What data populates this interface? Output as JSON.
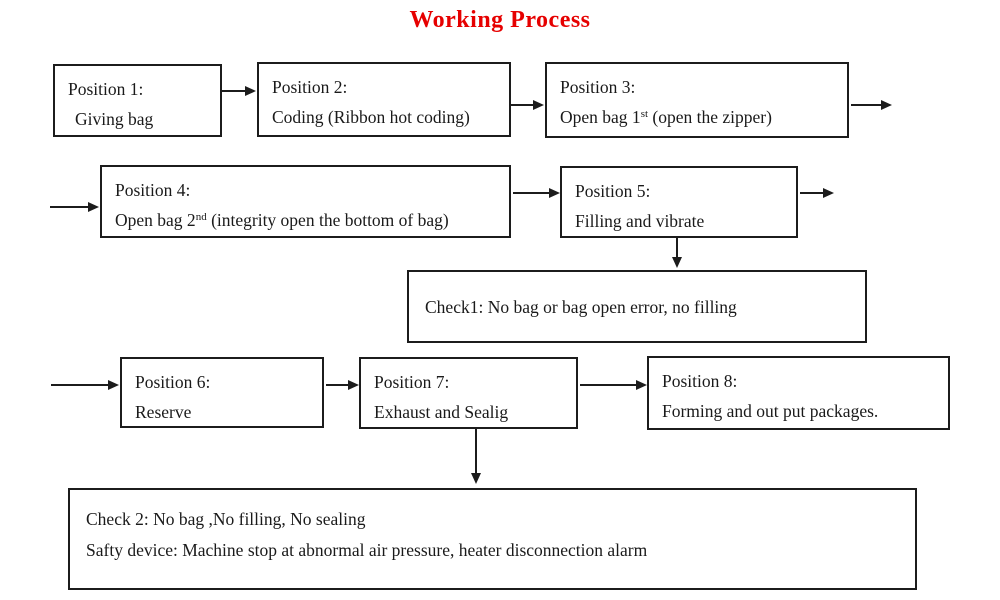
{
  "title": {
    "text": "Working Process",
    "color": "#e60000"
  },
  "colors": {
    "line_and_border": "#1c1c1c",
    "background": "#ffffff",
    "body_text": "#1a1a1a"
  },
  "boxes": {
    "p1": {
      "line1": "Position 1:",
      "line2": "Giving bag"
    },
    "p2": {
      "line1": "Position 2:",
      "line2": "Coding (Ribbon hot coding)"
    },
    "p3": {
      "line1": "Position 3:",
      "line2_pre": "Open bag 1",
      "line2_sup": "st",
      "line2_post": " (open the zipper)"
    },
    "p4": {
      "line1": "Position 4:",
      "line2_pre": "Open bag 2",
      "line2_sup": "nd",
      "line2_post": " (integrity open the bottom of bag)"
    },
    "p5": {
      "line1": "Position 5:",
      "line2": "Filling and vibrate"
    },
    "check1": {
      "line1": "Check1: No bag or bag open error, no filling"
    },
    "p6": {
      "line1": "Position 6:",
      "line2": "Reserve"
    },
    "p7": {
      "line1": "Position 7:",
      "line2": "Exhaust and Sealig"
    },
    "p8": {
      "line1": "Position 8:",
      "line2": "Forming and out put packages."
    },
    "check2": {
      "line1": "Check 2: No bag ,No filling, No sealing",
      "line2": "Safty device: Machine stop at abnormal air pressure, heater disconnection alarm"
    }
  },
  "flow_arrows": [
    "position-1 to position-2",
    "position-2 to position-3",
    "position-3 to right margin (row wrap)",
    "left margin to position-4 (row wrap)",
    "position-4 to position-5",
    "position-5 to right margin (row wrap)",
    "position-5 down to check1",
    "left margin to position-6 (row wrap)",
    "position-6 to position-7",
    "position-7 to position-8",
    "position-7 down to check2"
  ]
}
